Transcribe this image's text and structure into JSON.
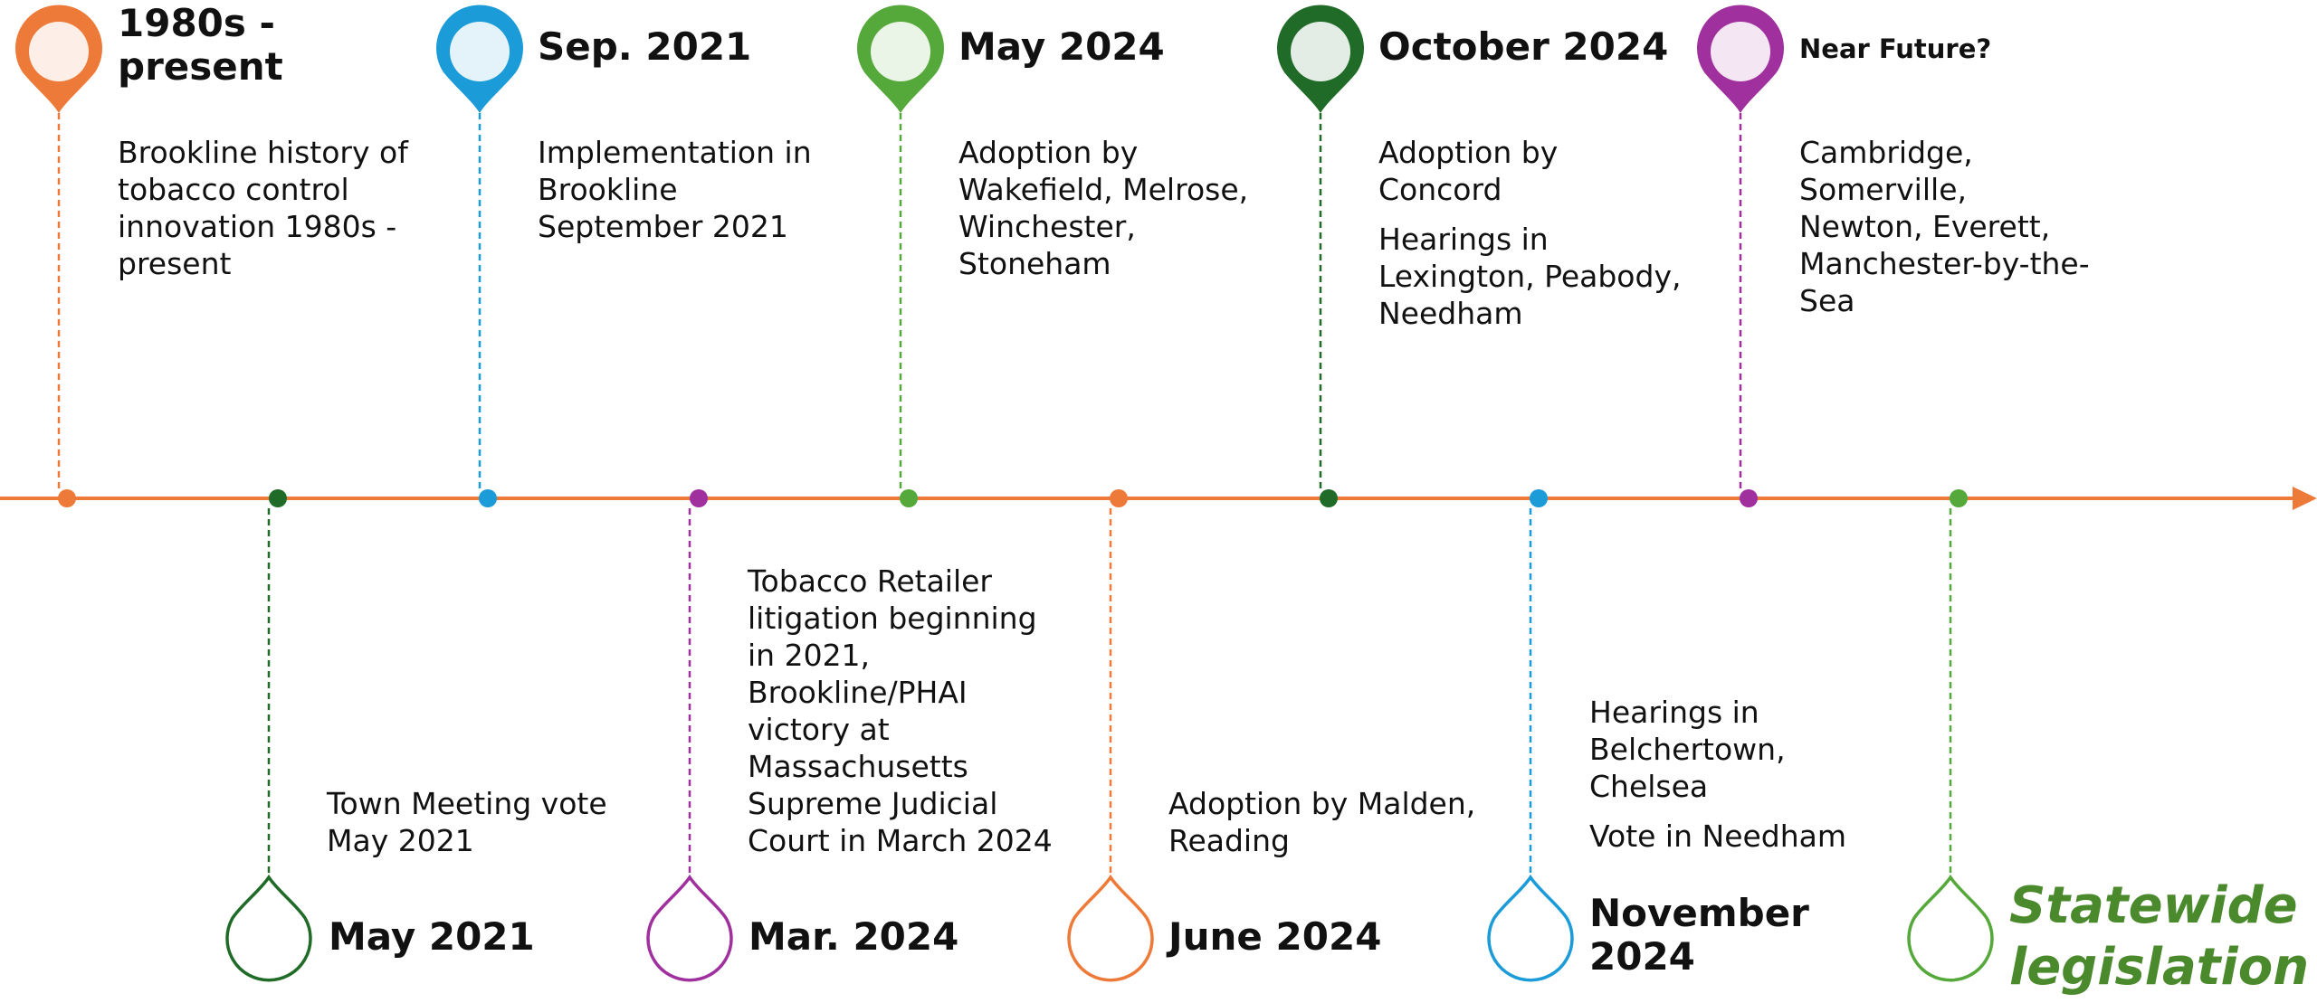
{
  "colors": {
    "axis": "#ee7a39",
    "orange": "#ee7a39",
    "blue": "#1b9bd7",
    "green": "#55a83a",
    "dark_green": "#1f6b27",
    "purple": "#a0309e"
  },
  "events": [
    {
      "id": "e1",
      "title": "1980s - present",
      "lines": [
        "Brookline history of tobacco control innovation 1980s - present"
      ],
      "color": "orange",
      "side": "top"
    },
    {
      "id": "e2",
      "title": "May 2021",
      "lines": [
        "Town Meeting vote May 2021"
      ],
      "color": "dark_green",
      "side": "bottom"
    },
    {
      "id": "e3",
      "title": "Sep. 2021",
      "lines": [
        "Implementation in Brookline September 2021"
      ],
      "color": "blue",
      "side": "top"
    },
    {
      "id": "e4",
      "title": "Mar. 2024",
      "lines": [
        "Tobacco Retailer litigation beginning in 2021, Brookline/PHAI victory at Massachusetts Supreme Judicial Court in March 2024"
      ],
      "color": "purple",
      "side": "bottom"
    },
    {
      "id": "e5",
      "title": "May 2024",
      "lines": [
        "Adoption by Wakefield, Melrose, Winchester, Stoneham"
      ],
      "color": "green",
      "side": "top"
    },
    {
      "id": "e6",
      "title": "June 2024",
      "lines": [
        "Adoption by Malden, Reading"
      ],
      "color": "orange",
      "side": "bottom"
    },
    {
      "id": "e7",
      "title": "October 2024",
      "lines": [
        "Adoption by Concord",
        "Hearings in Lexington, Peabody, Needham"
      ],
      "color": "dark_green",
      "side": "top"
    },
    {
      "id": "e8",
      "title": "November 2024",
      "lines": [
        "Hearings in Belchertown, Chelsea",
        "Vote in Needham"
      ],
      "color": "blue",
      "side": "bottom"
    },
    {
      "id": "e9",
      "title": "Near Future?",
      "lines": [
        "Cambridge, Somerville, Newton, Everett, Manchester-by-the-Sea"
      ],
      "color": "purple",
      "side": "top"
    },
    {
      "id": "e10",
      "title": "Statewide legislation",
      "lines": [],
      "color": "green",
      "side": "bottom"
    }
  ]
}
